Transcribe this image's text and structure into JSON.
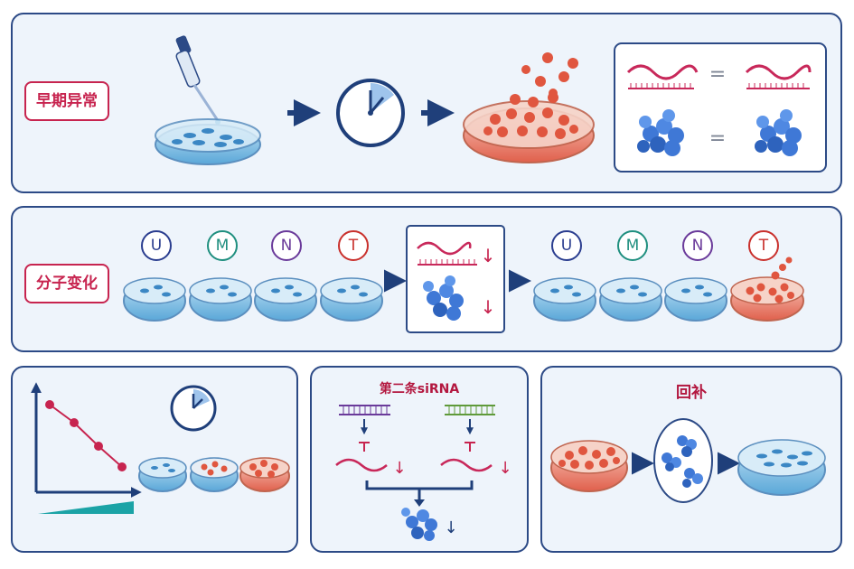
{
  "sections": {
    "early": {
      "label": "早期异常"
    },
    "molecular": {
      "label": "分子变化",
      "markers_left": [
        "U",
        "M",
        "N",
        "T"
      ],
      "markers_right": [
        "U",
        "M",
        "N",
        "T"
      ]
    },
    "second_sirna": {
      "title": "第二条siRNA"
    },
    "rescue": {
      "title": "回补"
    }
  },
  "symbols": {
    "equals": "=",
    "down_arrow": "↓"
  },
  "colors": {
    "panel_border": "#2c4a86",
    "panel_bg": "#eef4fb",
    "accent_red": "#c7244f",
    "rna_wave": "#c8285a",
    "protein_blue": "#3f78d6",
    "dish_blue": "#6fb4de",
    "dish_red": "#e56a55",
    "arrow_navy": "#1f3f7a",
    "teal_ramp": "#1ba3a6"
  }
}
